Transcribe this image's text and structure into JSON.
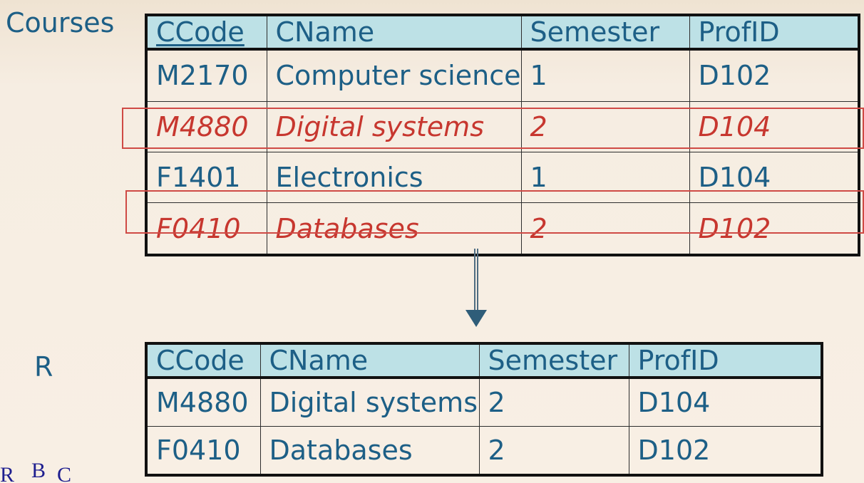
{
  "labels": {
    "courses": "Courses",
    "result": "R"
  },
  "courses_table": {
    "headers": [
      "CCode",
      "CName",
      "Semester",
      "ProfID"
    ],
    "rows": [
      [
        "M2170",
        "Computer science",
        "1",
        "D102"
      ],
      [
        "M4880",
        "Digital systems",
        "2",
        "D104"
      ],
      [
        "F1401",
        "Electronics",
        "1",
        "D104"
      ],
      [
        "F0410",
        "Databases",
        "2",
        "D102"
      ]
    ]
  },
  "result_table": {
    "headers": [
      "CCode",
      "CName",
      "Semester",
      "ProfID"
    ],
    "rows": [
      [
        "M4880",
        "Digital systems",
        "2",
        "D104"
      ],
      [
        "F0410",
        "Databases",
        "2",
        "D102"
      ]
    ]
  },
  "colors": {
    "text_blue": "#1d5f86",
    "header_bg": "#bde1e6",
    "highlight_red": "#c7372f",
    "page_bg": "#f8efe4"
  },
  "icons": {
    "down_arrow": "down-arrow-icon",
    "corner_logo": "rbc-logo"
  }
}
